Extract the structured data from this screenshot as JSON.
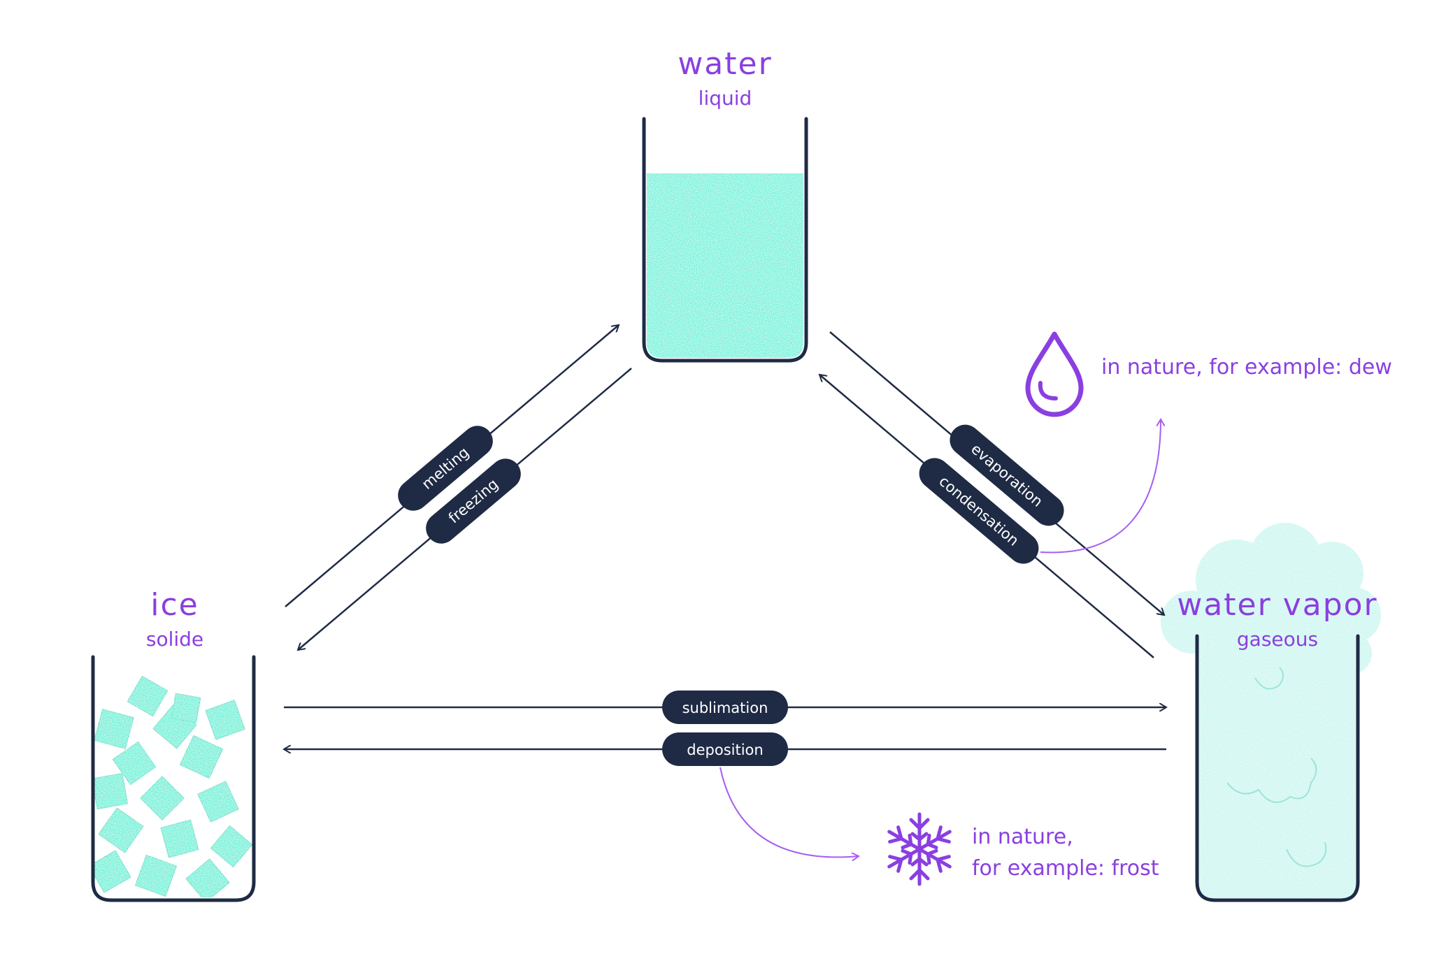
{
  "states": {
    "water": {
      "name": "water",
      "state": "liquid"
    },
    "ice": {
      "name": "ice",
      "state": "solide"
    },
    "vapor": {
      "name": "water vapor",
      "state": "gaseous"
    }
  },
  "processes": {
    "melting": "melting",
    "freezing": "freezing",
    "evaporation": "evaporation",
    "condensation": "condensation",
    "sublimation": "sublimation",
    "deposition": "deposition"
  },
  "notes": {
    "dew": "in nature, for example: dew",
    "frost_line1": "in nature,",
    "frost_line2": "for example: frost"
  },
  "icons": {
    "dew": "water-drop-icon",
    "frost": "snowflake-icon"
  },
  "colors": {
    "accent": "#8a3fe0",
    "pill": "#1f2b45",
    "line": "#1f2b45",
    "water": "#66f2da",
    "ice": "#5ef0d6",
    "vapor": "#c9f6f0"
  }
}
